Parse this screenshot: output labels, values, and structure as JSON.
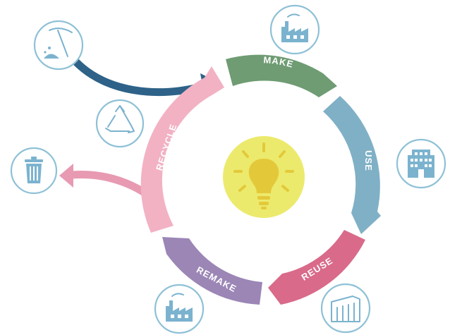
{
  "cycle": {
    "stages": [
      {
        "label": "MAKE",
        "color": "#6f9c73"
      },
      {
        "label": "USE",
        "color": "#7fb0c6"
      },
      {
        "label": "REUSE",
        "color": "#d96a8a"
      },
      {
        "label": "REMAKE",
        "color": "#9b86b6"
      },
      {
        "label": "RECYCLE",
        "color": "#f2b2c4"
      }
    ],
    "center_icon": "lightbulb-icon",
    "center_color": "#ecea6c"
  },
  "arrows": {
    "input_color": "#2e6288",
    "output_color": "#e89ab3"
  },
  "icons": [
    {
      "name": "factory-icon"
    },
    {
      "name": "office-building-icon"
    },
    {
      "name": "warehouse-icon"
    },
    {
      "name": "factory-icon"
    },
    {
      "name": "trash-bin-icon"
    },
    {
      "name": "recycle-icon"
    },
    {
      "name": "mining-pickaxe-icon"
    }
  ]
}
